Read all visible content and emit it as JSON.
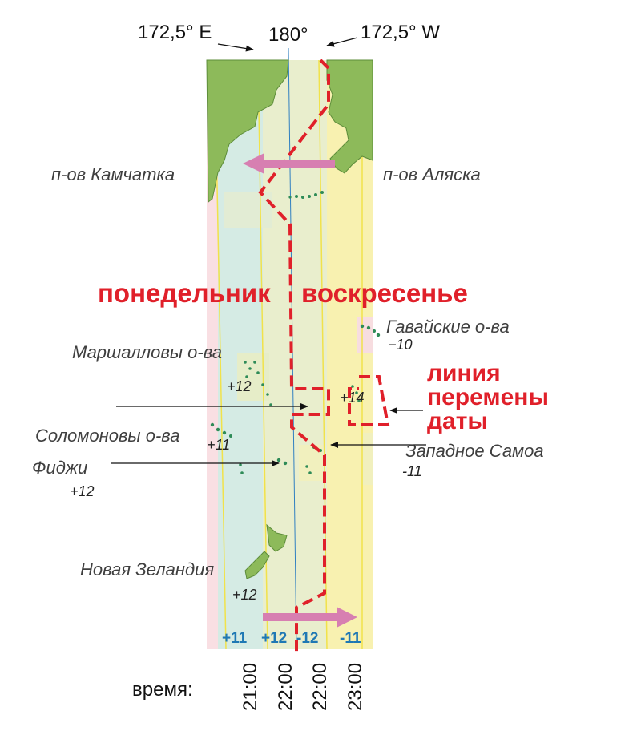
{
  "meridians": {
    "east": "172,5° E",
    "zero": "180°",
    "west": "172,5° W"
  },
  "regions": {
    "kamchatka": "п-ов Камчатка",
    "alaska": "п-ов Аляска",
    "hawaii": "Гавайские о-ва",
    "marshall": "Маршалловы о-ва",
    "solomon": "Соломоновы о-ва",
    "samoa": "Западное Самоа",
    "fiji": "Фиджи",
    "nz": "Новая Зеландия"
  },
  "offsets": {
    "hawaii": "−10",
    "marshall": "+12",
    "kiribati": "+14",
    "solomon": "+11",
    "samoa": "-11",
    "fiji": "+12",
    "nz": "+12"
  },
  "days": {
    "monday": "понедельник",
    "sunday": "воскресенье"
  },
  "dateline": {
    "line1": "линия",
    "line2": "перемены",
    "line3": "даты"
  },
  "zones": [
    "+11",
    "+12",
    "-12",
    "-11"
  ],
  "time_label": "время:",
  "times": [
    "21:00",
    "22:00",
    "22:00",
    "23:00"
  ],
  "colors": {
    "dateline": "#e0202a",
    "arrow": "#d77fb1",
    "land": "#8dba5a",
    "zone_text": "#1f78b4"
  }
}
